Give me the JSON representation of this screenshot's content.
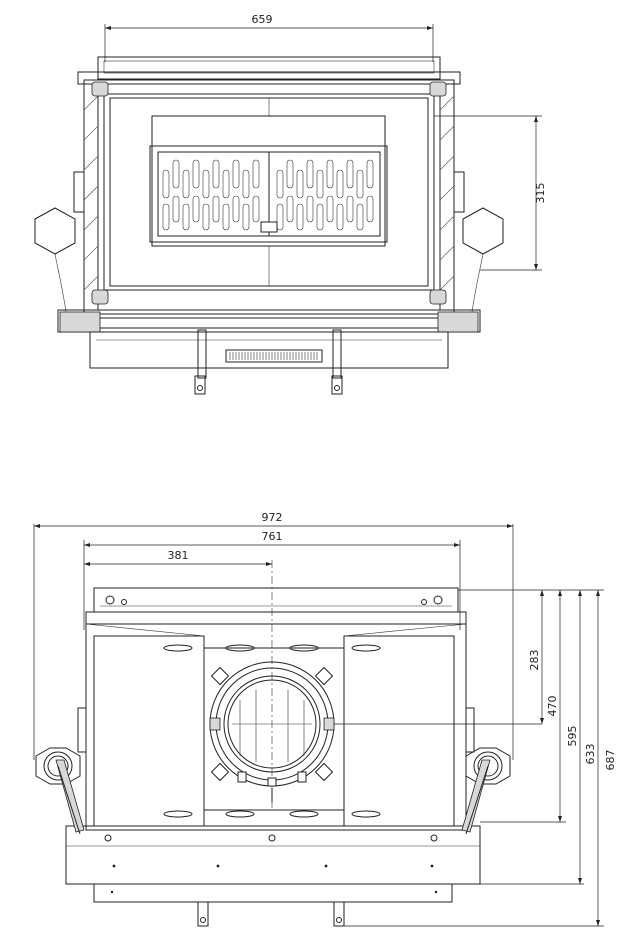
{
  "top_view": {
    "dimensions": [
      {
        "id": "top-width",
        "label": "659"
      },
      {
        "id": "top-height",
        "label": "315"
      }
    ]
  },
  "bottom_view": {
    "dimensions": [
      {
        "id": "overall-width",
        "label": "972"
      },
      {
        "id": "body-width",
        "label": "761"
      },
      {
        "id": "flue-offset",
        "label": "381"
      },
      {
        "id": "h-283",
        "label": "283"
      },
      {
        "id": "h-470",
        "label": "470"
      },
      {
        "id": "h-595",
        "label": "595"
      },
      {
        "id": "h-633",
        "label": "633"
      },
      {
        "id": "h-687",
        "label": "687"
      }
    ]
  }
}
